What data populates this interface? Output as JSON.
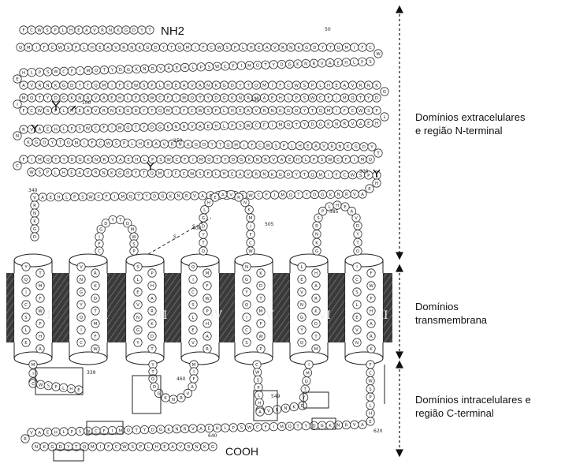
{
  "terminals": {
    "n": "NH2",
    "c": "COOH"
  },
  "labels": {
    "extracellular": "Domínios extracelulares\ne região N-terminal",
    "transmembrane": "Domínios\ntransmembrana",
    "intracellular": "Domínios intracelulares e\nregião C-terminal"
  },
  "segments": [
    "I",
    "II",
    "III",
    "IV",
    "V",
    "VI",
    "VII"
  ],
  "residue_numbers": [
    "50",
    "100",
    "150",
    "250",
    "300",
    "340",
    "400",
    "505",
    "585",
    "339",
    "460",
    "549",
    "620",
    "640"
  ],
  "colors": {
    "membrane": "#3a3a3a",
    "membrane_stripe": "#6a6a6a",
    "residue_stroke": "#333333",
    "arrow": "#111111"
  }
}
